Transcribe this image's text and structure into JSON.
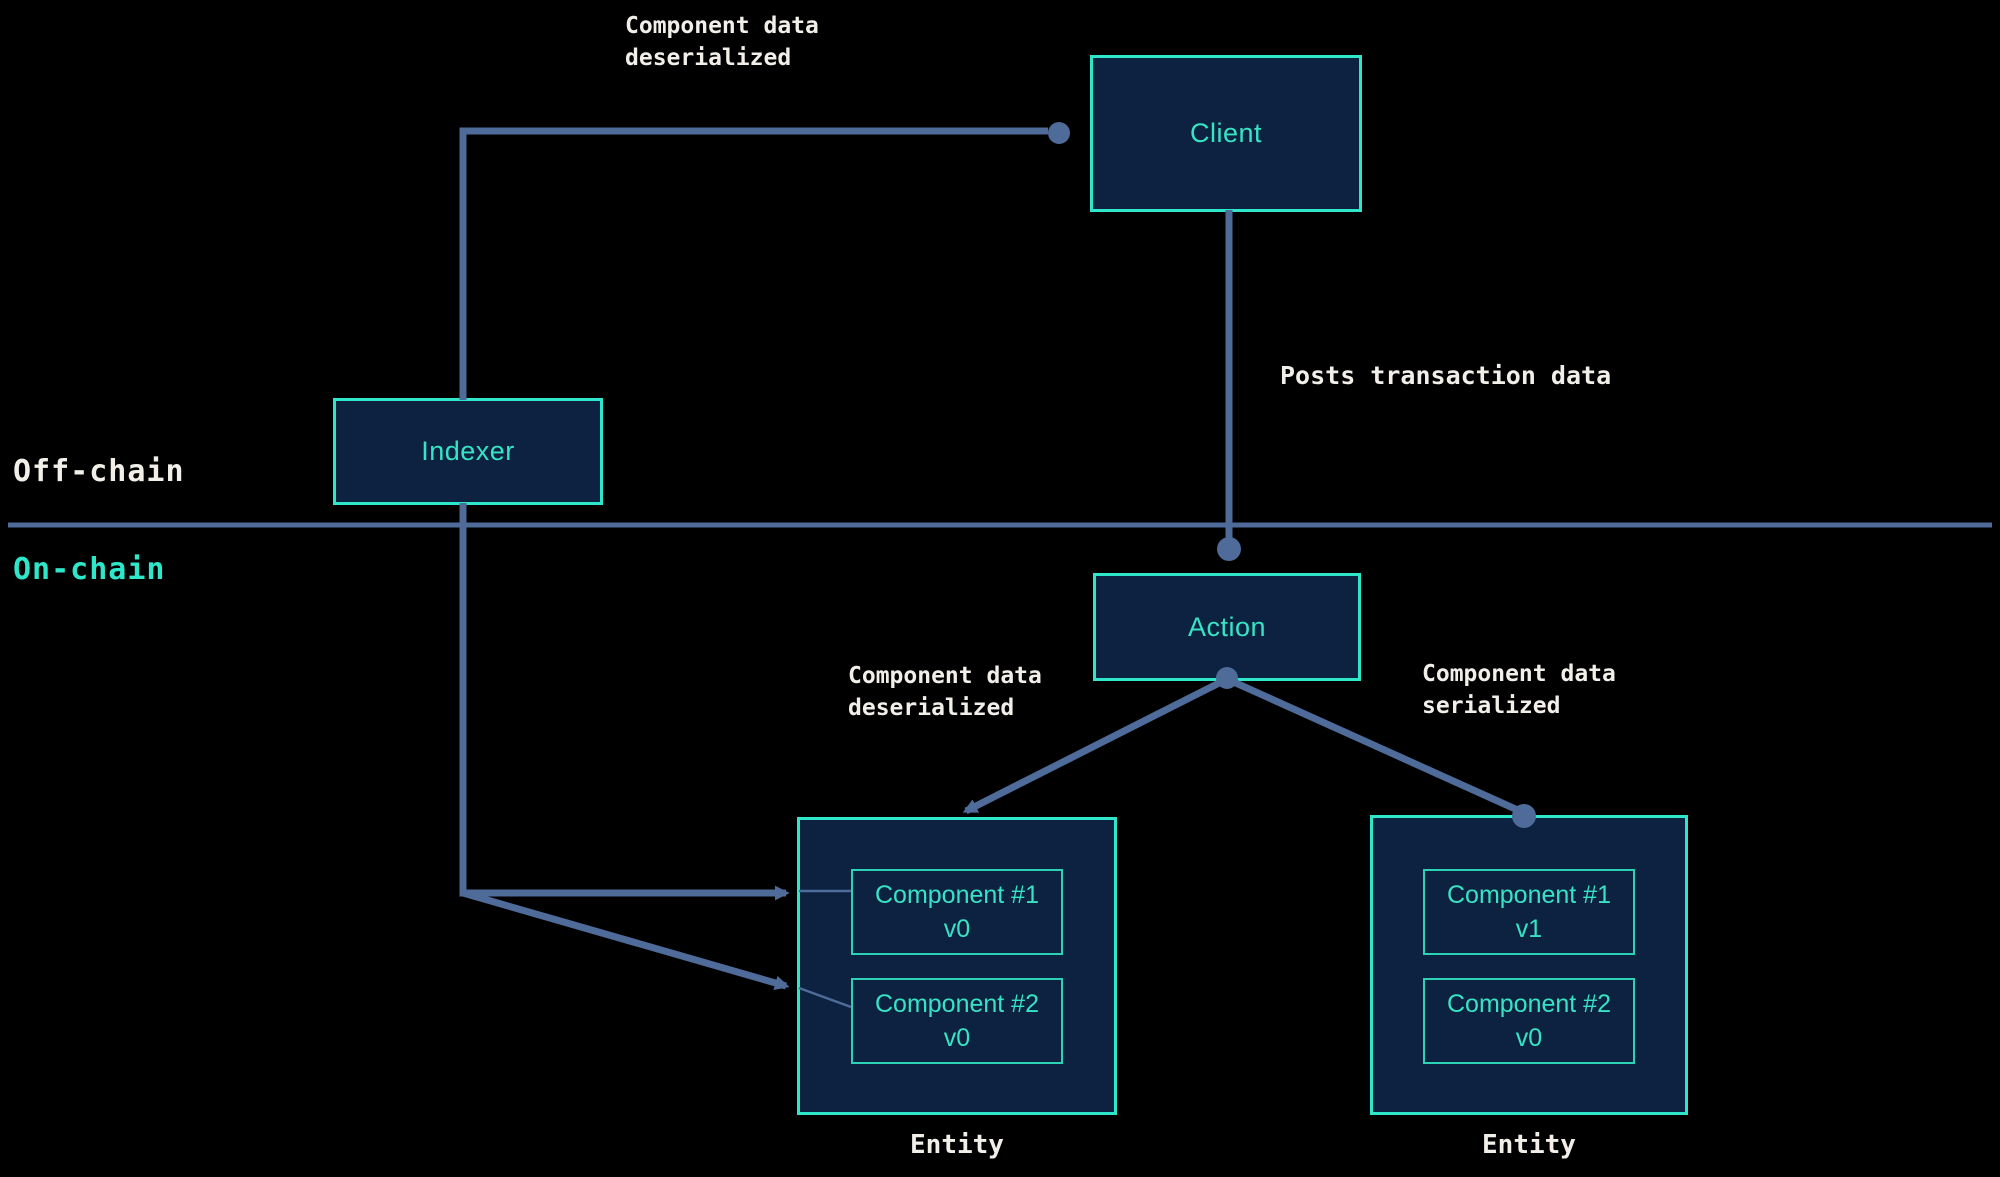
{
  "colors": {
    "background": "#000000",
    "box_fill": "#0d2240",
    "accent_teal": "#2ee6c9",
    "connector_slate": "#4e6b99",
    "label_white": "#f2efe9"
  },
  "regions": {
    "offchain": "Off-chain",
    "onchain": "On-chain"
  },
  "nodes": {
    "client": "Client",
    "indexer": "Indexer",
    "action": "Action",
    "entity_left": {
      "label": "Entity",
      "components": [
        {
          "name": "Component #1",
          "version": "v0"
        },
        {
          "name": "Component #2",
          "version": "v0"
        }
      ]
    },
    "entity_right": {
      "label": "Entity",
      "components": [
        {
          "name": "Component #1",
          "version": "v1"
        },
        {
          "name": "Component #2",
          "version": "v0"
        }
      ]
    }
  },
  "edge_labels": {
    "indexer_client": {
      "line1": "Component data",
      "line2": "deserialized"
    },
    "client_action": "Posts transaction data",
    "action_entity_left": {
      "line1": "Component data",
      "line2": "deserialized"
    },
    "action_entity_right": {
      "line1": "Component data",
      "line2": "serialized"
    }
  }
}
